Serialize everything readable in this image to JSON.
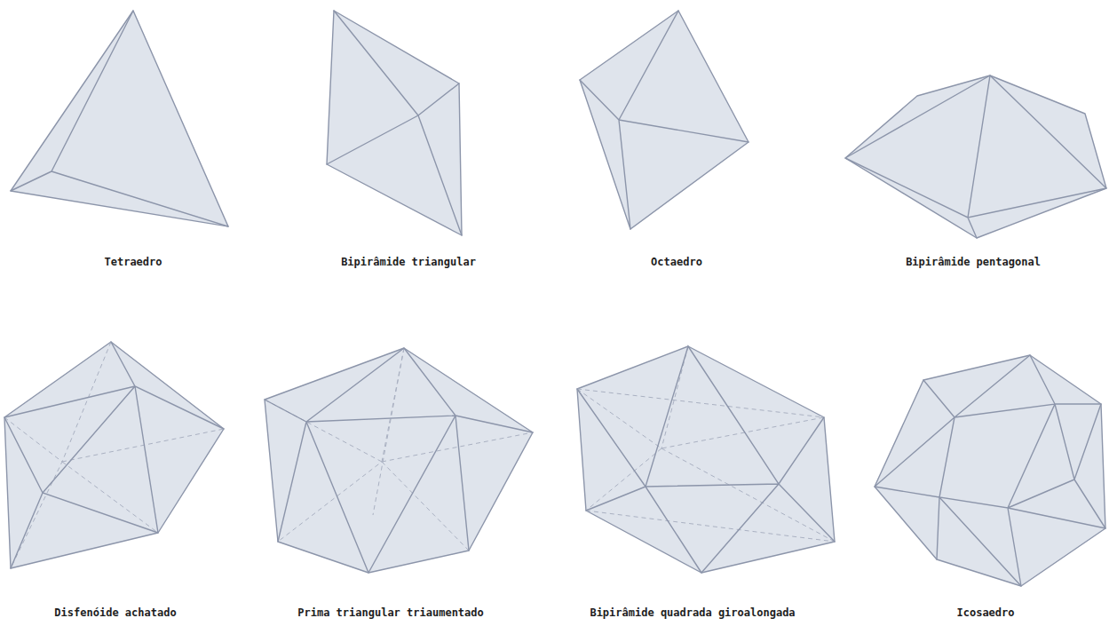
{
  "diagram": {
    "labels": [
      "Tetraedro",
      "Bipirâmide triangular",
      "Octaedro",
      "Bipirâmide pentagonal",
      "Disfenóide achatado",
      "Prima triangular triaumentado",
      "Bipirâmide quadrada giroalongada",
      "Icosaedro"
    ]
  }
}
